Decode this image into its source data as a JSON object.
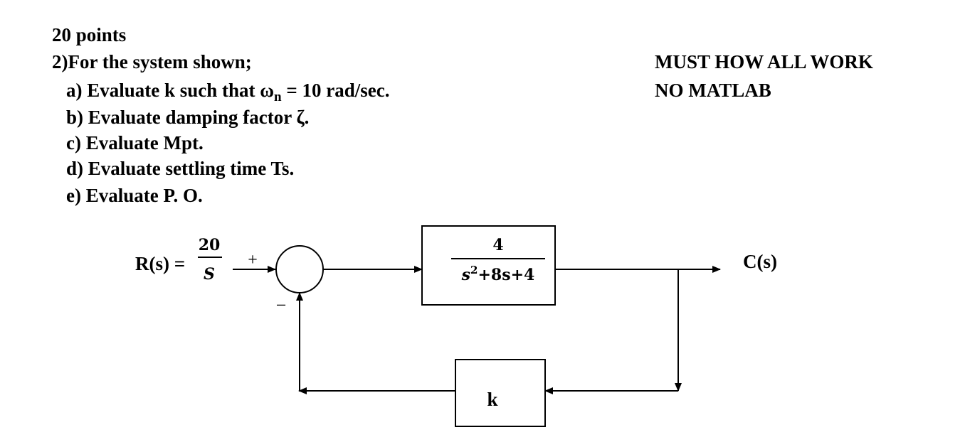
{
  "header": {
    "points": "20 points",
    "question": "2)For the system shown;",
    "note_line1": "MUST HOW ALL WORK",
    "note_line2": "NO MATLAB"
  },
  "items": {
    "a_prefix": "a) Evaluate k such that ω",
    "a_sub": "n",
    "a_suffix": " = 10 rad/sec.",
    "b": "b) Evaluate damping factor ζ.",
    "c": "c) Evaluate Mpt.",
    "d": "d) Evaluate settling time Ts.",
    "e": "e) Evaluate P. O."
  },
  "diagram": {
    "input_label": "R(s) =",
    "input_num": "20",
    "input_den": "S",
    "plus_sign": "+",
    "minus_sign": "−",
    "forward_num": "4",
    "forward_den_s": "s",
    "forward_den_exp": "2",
    "forward_den_rest": "+8s+4",
    "feedback_gain": "k",
    "output_label": "C(s)"
  }
}
